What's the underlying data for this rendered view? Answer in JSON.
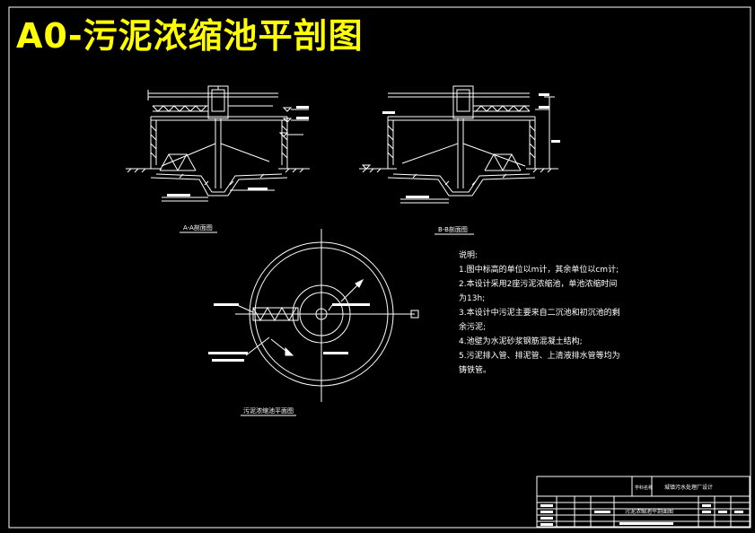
{
  "drawing": {
    "title": "A0-污泥浓缩池平剖图"
  },
  "views": {
    "section_aa_label": "A-A剖面图",
    "section_bb_label": "B-B剖面图",
    "plan_label": "污泥浓缩池平面图"
  },
  "notes": {
    "heading": "说明:",
    "items": [
      "1.图中标高的单位以m计，其余单位以cm计;",
      "2.本设计采用2座污泥浓缩池，单池浓缩时间为13h;",
      "3.本设计中污泥主要来自二沉池和初沉池的剩余污泥;",
      "4.池壁为水泥砂浆钢筋混凝土结构;",
      "5.污泥排入管、排泥管、上清液排水管等均为铸铁管。"
    ]
  },
  "title_block": {
    "school_label": "学科名称",
    "project_name": "城镇污水处理厂设计",
    "drawing_name": "污泥浓缩池平剖面图"
  },
  "colors": {
    "background": "#000000",
    "linework": "#ffffff",
    "title": "#ffff00"
  }
}
